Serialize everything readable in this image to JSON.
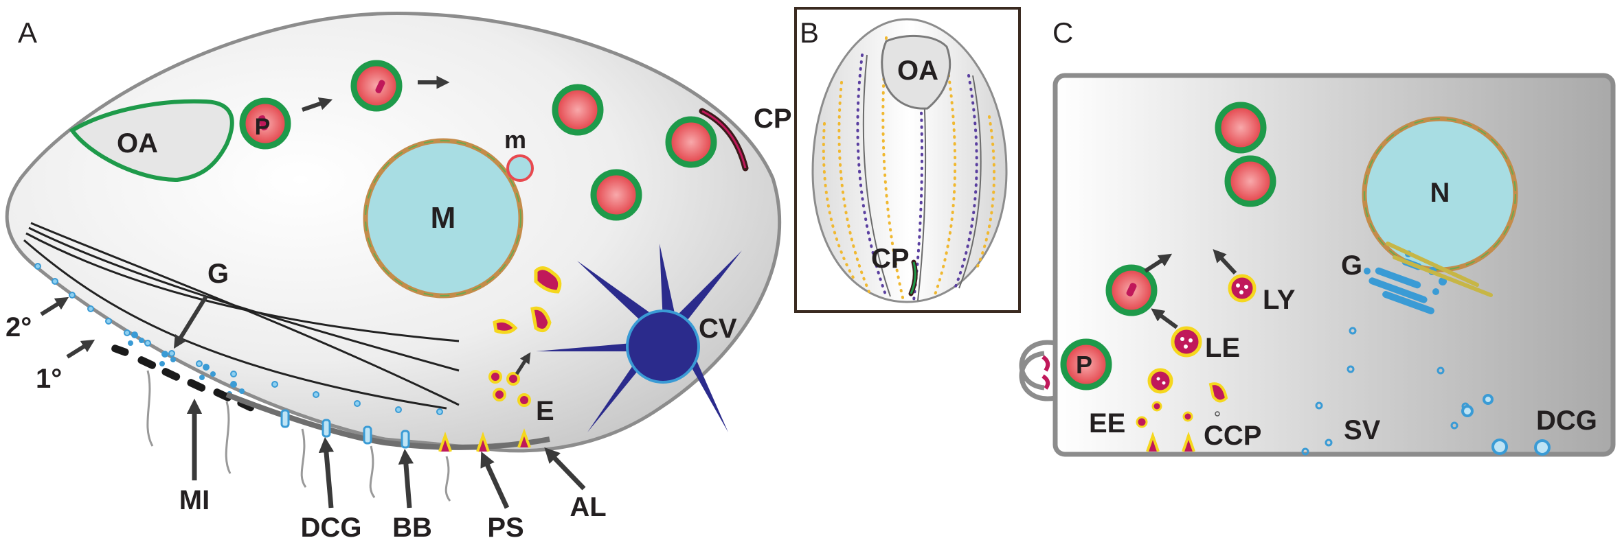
{
  "panels": {
    "a": "A",
    "b": "B",
    "c": "C"
  },
  "panel_a": {
    "oral_apparatus": "OA",
    "phagosome": "P",
    "micronucleus": "m",
    "macronucleus": "M",
    "cytoproct": "CP",
    "golgi": "G",
    "secondary_meridian": "2°",
    "primary_meridian": "1°",
    "mitochondria": "MI",
    "dense_core_granules": "DCG",
    "basal_bodies": "BB",
    "parasomal_sacs": "PS",
    "alveoli": "AL",
    "endosome": "E",
    "contractile_vacuole": "CV"
  },
  "panel_b": {
    "oral_apparatus": "OA",
    "cytoproct": "CP"
  },
  "panel_c": {
    "nucleus": "N",
    "golgi": "G",
    "lysosome": "LY",
    "late_endosome": "LE",
    "phagosome": "P",
    "early_endosome": "EE",
    "clathrin_coated_pits": "CCP",
    "secretory_vesicles": "SV",
    "dense_core_granules": "DCG"
  },
  "colors": {
    "membrane_green": "#1e9a4a",
    "vacuole_red": "#e8494f",
    "nucleus_cyan": "#a8dde3",
    "contractile_navy": "#2b2b8c",
    "vesicle_blue": "#3a9bd5",
    "endosome_magenta": "#c0185a",
    "endosome_yellow": "#f5d71e"
  }
}
